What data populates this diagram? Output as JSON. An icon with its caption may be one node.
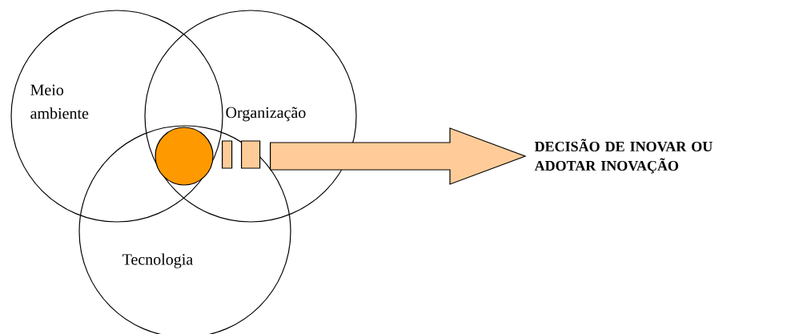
{
  "diagram": {
    "nodes": [
      {
        "text": [
          "Meio ambiente"
        ]
      },
      {
        "text": [
          "Organização"
        ]
      },
      {
        "text": [
          "Tecnologia"
        ]
      },
      {
        "text": [],
        "shape": "circle"
      },
      {
        "text": [
          "DECISÃO DE INOVAR OU ADOTAR INOVAÇÃO"
        ]
      }
    ],
    "edges": [
      {
        "from": 3,
        "to": 4,
        "arrow": "to"
      }
    ]
  }
}
